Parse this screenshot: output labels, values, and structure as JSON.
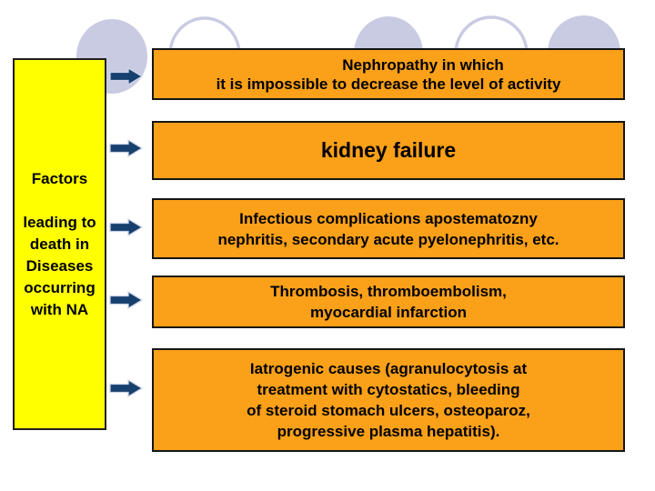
{
  "slide": {
    "colors": {
      "box_fill": "#FAA019",
      "box_border": "#151515",
      "yellow_fill": "#FFFF00",
      "arrow_fill": "#17406E",
      "circle_fill": "#C9CBE3",
      "text": "#000000"
    },
    "factors_box": {
      "title": "Factors",
      "lines": [
        "leading to",
        "death in",
        "Diseases",
        "occurring",
        "with NA"
      ]
    },
    "boxes": [
      {
        "lines": [
          "Nephropathy in which",
          "it is impossible to decrease the level of activity"
        ]
      },
      {
        "lines": [
          "kidney failure"
        ]
      },
      {
        "lines": [
          "Infectious complications apostematozny",
          "nephritis, secondary acute pyelonephritis, etc."
        ]
      },
      {
        "lines": [
          "Thrombosis, thromboembolism,",
          "myocardial infarction"
        ]
      },
      {
        "lines": [
          "Iatrogenic causes (agranulocytosis at",
          "treatment with cytostatics, bleeding",
          "of steroid stomach ulcers, osteoparoz,",
          "progressive plasma hepatitis)."
        ]
      }
    ]
  }
}
